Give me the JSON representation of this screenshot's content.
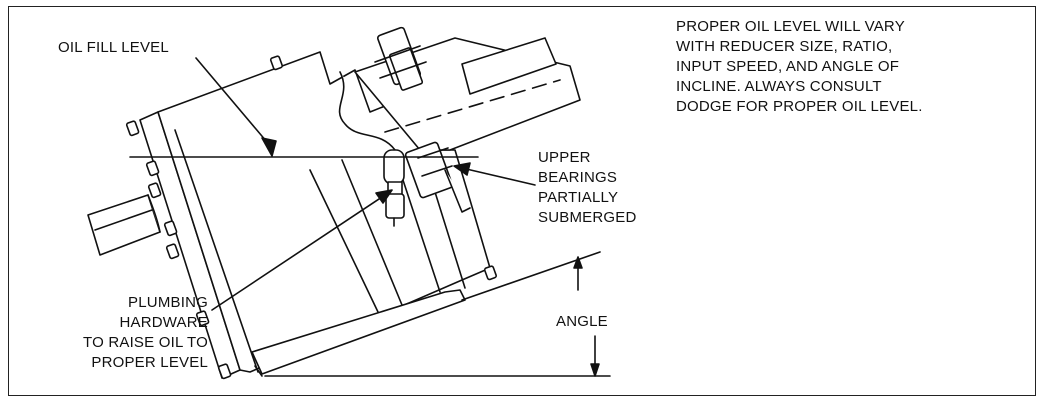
{
  "note": {
    "lines": [
      "PROPER OIL LEVEL WILL VARY",
      "WITH REDUCER SIZE, RATIO,",
      "INPUT SPEED, AND ANGLE OF",
      "INCLINE.  ALWAYS CONSULT",
      "DODGE FOR PROPER OIL LEVEL."
    ]
  },
  "labels": {
    "oil_fill_level": "OIL FILL LEVEL",
    "upper_bearings": [
      "UPPER",
      "BEARINGS",
      "PARTIALLY",
      "SUBMERGED"
    ],
    "plumbing_hardware": [
      "PLUMBING",
      "HARDWARE",
      "TO RAISE OIL TO",
      "PROPER LEVEL"
    ],
    "angle": "ANGLE"
  },
  "colors": {
    "line": "#111111",
    "background": "#ffffff"
  }
}
